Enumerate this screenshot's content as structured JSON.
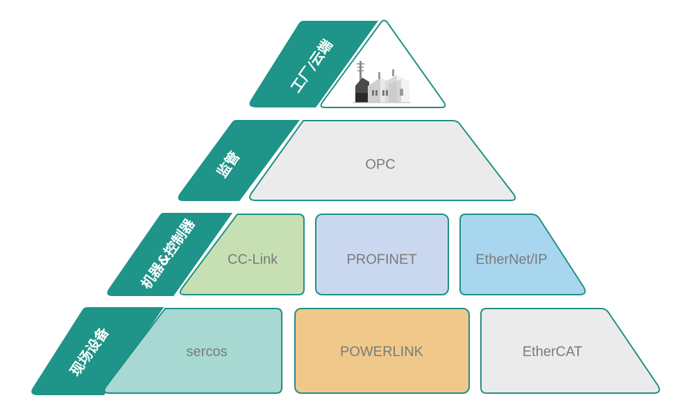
{
  "colors": {
    "teal": "#1f9488",
    "outline": "#1d8f83",
    "opc_fill": "#ebebeb",
    "cclink_fill": "#c6e0b4",
    "profinet_fill": "#c9d8ef",
    "ethernetip_fill": "#a8d6ef",
    "sercos_fill": "#a7d8d1",
    "powerlink_fill": "#f0c98a",
    "ethercat_fill": "#ebebeb",
    "text": "#7a7a7a"
  },
  "levels": {
    "factory_cloud": "工厂/云端",
    "supervision": "监管",
    "machines_controllers": "机器&控制器",
    "field_devices": "现场设备"
  },
  "protocols": {
    "opc": "OPC",
    "cc_link": "CC-Link",
    "profinet": "PROFINET",
    "ethernet_ip": "EtherNet/IP",
    "sercos": "sercos",
    "powerlink": "POWERLINK",
    "ethercat": "EtherCAT"
  },
  "icons": {
    "factory": "factory-icon"
  }
}
